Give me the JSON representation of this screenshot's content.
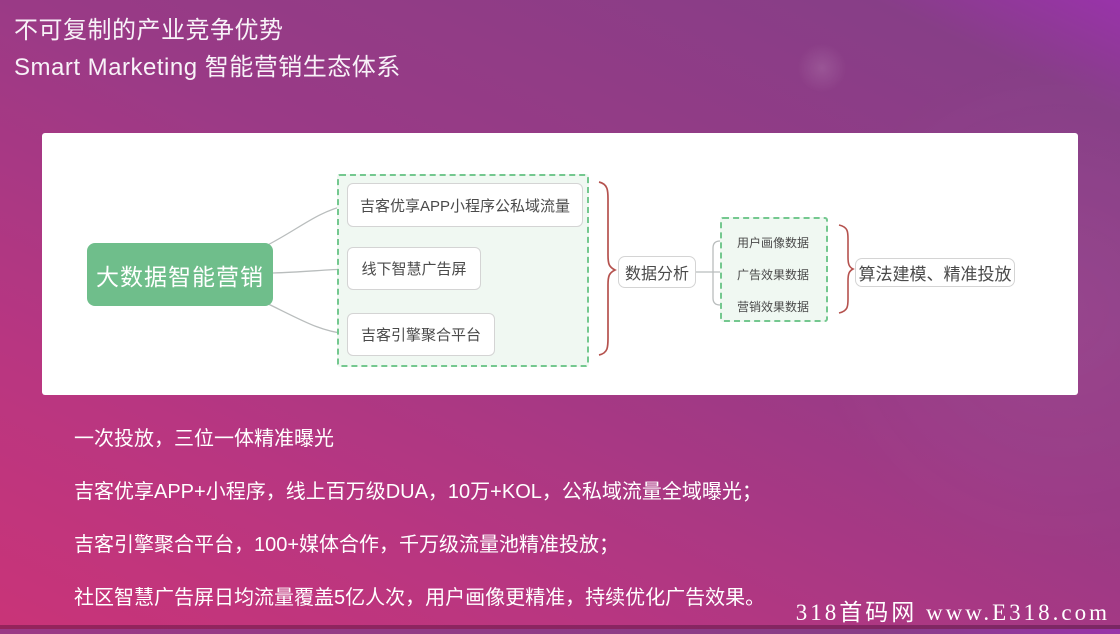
{
  "title": {
    "line1": "不可复制的产业竞争优势",
    "line2": "Smart Marketing 智能营销生态体系"
  },
  "diagram": {
    "root": "大数据智能营销",
    "channels": [
      "吉客优享APP小程序公私域流量",
      "线下智慧广告屏",
      "吉客引擎聚合平台"
    ],
    "analysis": "数据分析",
    "data_types": [
      "用户画像数据",
      "广告效果数据",
      "营销效果数据"
    ],
    "outcome": "算法建模、精准投放"
  },
  "bullets": [
    "一次投放，三位一体精准曝光",
    "吉客优享APP+小程序，线上百万级DUA，10万+KOL，公私域流量全域曝光；",
    "吉客引擎聚合平台，100+媒体合作，千万级流量池精准投放；",
    "社区智慧广告屏日均流量覆盖5亿人次，用户画像更精准，持续优化广告效果。"
  ],
  "watermark": "318首码网 www.E318.com",
  "colors": {
    "background_purple_top": "#873e87",
    "background_pink_bottom": "#c93478",
    "card_white": "#ffffff",
    "root_node_green": "#6fbe8b",
    "dashed_border_green": "#74c88f",
    "dashed_fill_green": "#f0f8f2",
    "node_border_gray": "#d4d4d4",
    "node_text_gray": "#4a4a4a",
    "brace_red": "#b5524e",
    "connector_gray": "#b9bdbd",
    "text_white": "#ffffff"
  }
}
